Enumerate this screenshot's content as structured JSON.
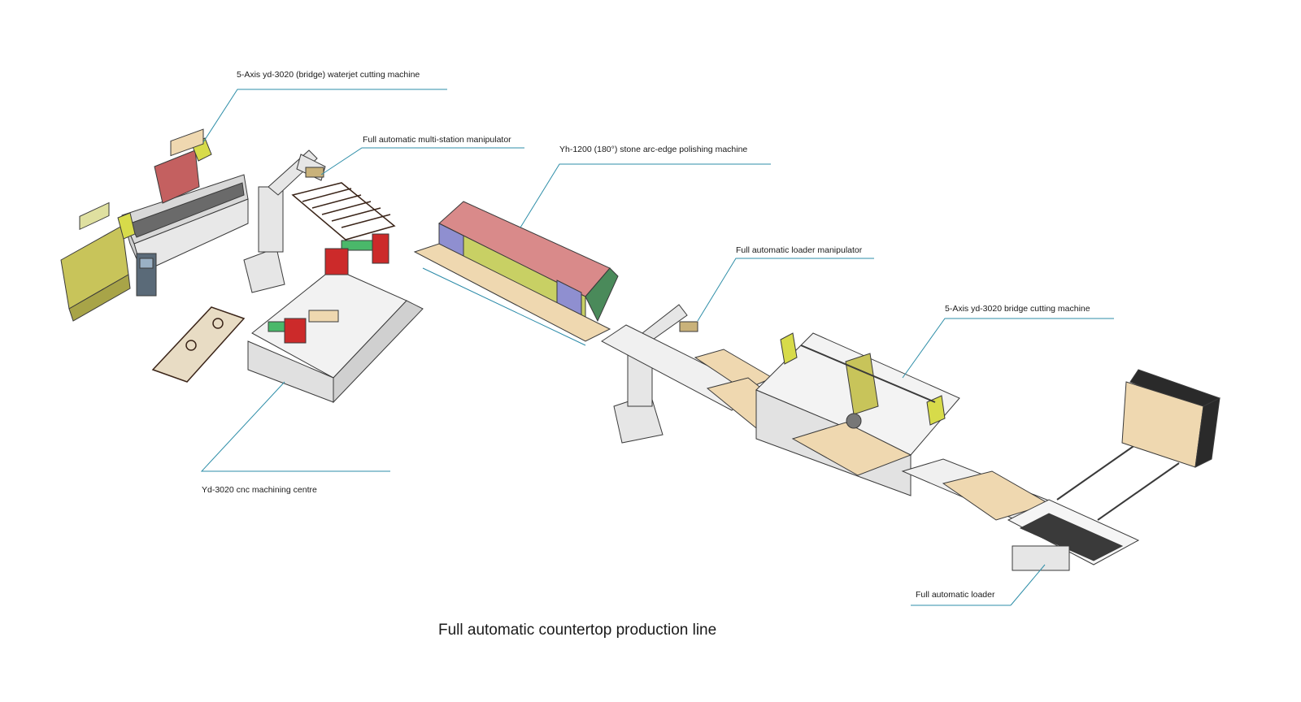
{
  "title": "Full automatic countertop production line",
  "labels": {
    "waterjet": "5-Axis yd-3020 (bridge)  waterjet cutting machine",
    "manipulator_multi": "Full automatic multi-station manipulator",
    "polishing": "Yh-1200 (180°) stone arc-edge polishing machine",
    "loader_manipulator": "Full automatic loader manipulator",
    "bridge_cutting": "5-Axis yd-3020 bridge cutting machine",
    "cnc": "Yd-3020 cnc machining centre",
    "loader": "Full automatic loader"
  },
  "colors": {
    "leader": "#2e8ea8",
    "outline": "#3a3a3a",
    "olive": "#c8c45a",
    "yellow": "#e0e36a",
    "salmon": "#d98a8a",
    "purple": "#8f8fd0",
    "green": "#4ab86a",
    "red": "#cc2a2a",
    "wood": "#efd8b0",
    "dark": "#444444"
  }
}
